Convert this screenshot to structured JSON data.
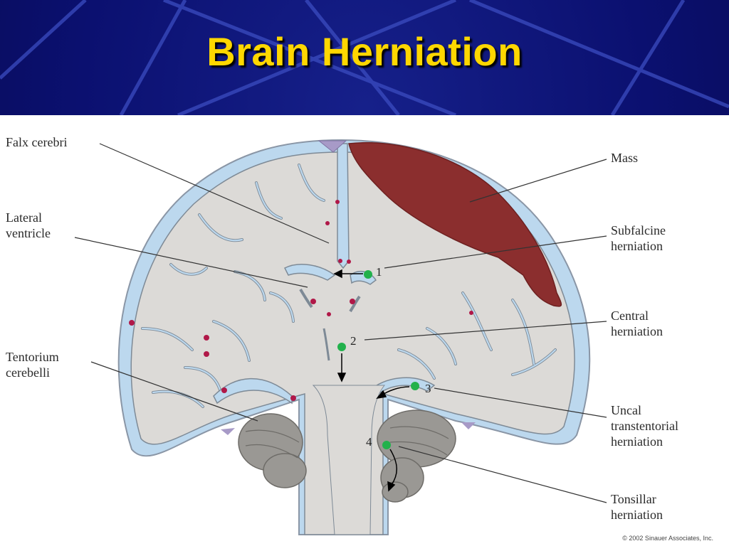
{
  "slide": {
    "title": "Brain Herniation",
    "colors": {
      "background": "#0b1070",
      "title": "#ffd700",
      "mass": "#8b2e2e",
      "csf": "#bcd8ee",
      "tissue": "#dcdad7",
      "marker": "#22b14c"
    }
  },
  "diagram": {
    "labels": {
      "falx_cerebri": "Falx cerebri",
      "lateral_ventricle_1": "Lateral",
      "lateral_ventricle_2": "ventricle",
      "tentorium_1": "Tentorium",
      "tentorium_2": "cerebelli",
      "mass": "Mass",
      "subfalcine_1": "Subfalcine",
      "subfalcine_2": "herniation",
      "central_1": "Central",
      "central_2": "herniation",
      "uncal_1": "Uncal",
      "uncal_2": "transtentorial",
      "uncal_3": "herniation",
      "tonsillar_1": "Tonsillar",
      "tonsillar_2": "herniation"
    },
    "markers": [
      "1",
      "2",
      "3",
      "4"
    ],
    "copyright": "© 2002 Sinauer Associates, Inc."
  }
}
